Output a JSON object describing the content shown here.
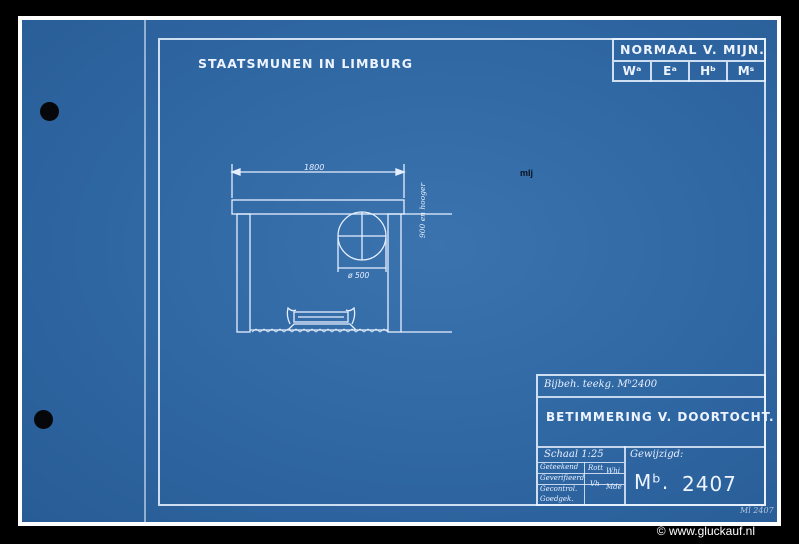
{
  "header": {
    "company": "STAATSMUNEN IN LIMBURG"
  },
  "norm_box": {
    "title": "NORMAAL V. MIJN.",
    "cells": [
      "Wᵃ",
      "Eᵃ",
      "Hᵇ",
      "Mˢ"
    ]
  },
  "drawing": {
    "width_dim": "1800",
    "diameter_dim": "ø 500",
    "height_dim": "900 en hooger",
    "center_mark": "mlj"
  },
  "title_block": {
    "ref_label": "Bijbeh. teekg. Mᵇ2400",
    "title": "BETIMMERING V. DOORTOCHT.",
    "scale": "Schaal 1:25",
    "changed": "Gewijzigd:",
    "rows": [
      "Geteekend",
      "Geverifieerd",
      "Gecontrol.",
      "Goedgek."
    ],
    "initials": [
      "Rott",
      "Whi",
      "Vh",
      "Mde"
    ],
    "number_prefix": "Mᵇ.",
    "number": "2407",
    "footer_note": "Ml 2407"
  },
  "watermark": {
    "text": "© www.gluckauf.nl"
  }
}
